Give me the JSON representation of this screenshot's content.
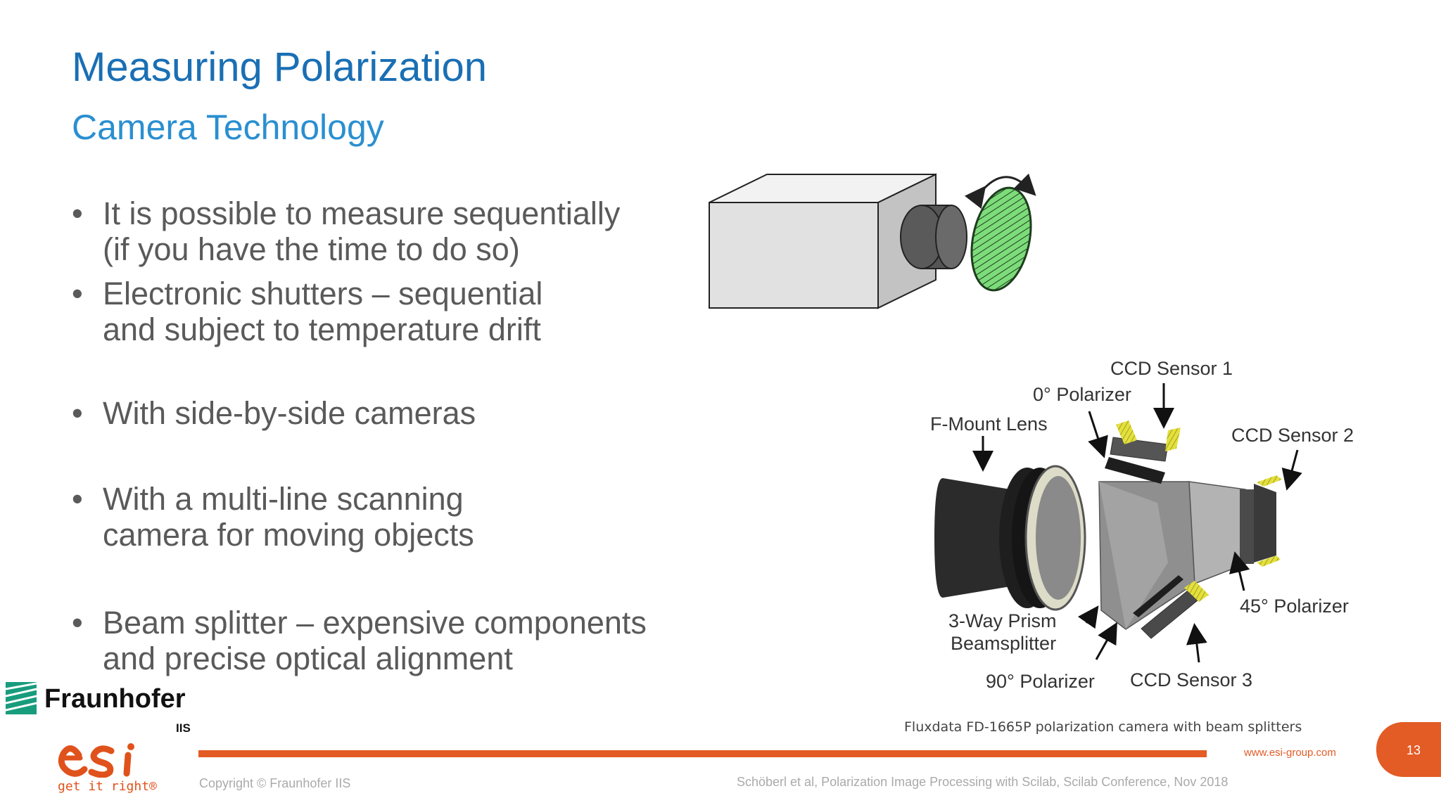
{
  "slide": {
    "title": "Measuring Polarization",
    "subtitle": "Camera Technology"
  },
  "bullets": [
    {
      "marker": "•",
      "lines": [
        "It is possible to measure sequentially",
        "(if you have the time to do so)"
      ]
    },
    {
      "marker": "•",
      "lines": [
        "Electronic shutters – sequential",
        "and subject to temperature drift"
      ]
    },
    {
      "marker": "•",
      "lines": [
        "With side-by-side cameras"
      ]
    },
    {
      "marker": "•",
      "lines": [
        "With a multi-line scanning",
        "camera for moving objects"
      ]
    },
    {
      "marker": "•",
      "lines": [
        "Beam splitter – expensive components",
        "and precise optical alignment"
      ]
    }
  ],
  "figure": {
    "callouts": {
      "ccd1": "CCD Sensor 1",
      "pol0": "0° Polarizer",
      "fmount": "F-Mount Lens",
      "ccd2": "CCD Sensor 2",
      "pol45": "45° Polarizer",
      "prism_line1": "3-Way Prism",
      "prism_line2": "Beamsplitter",
      "pol90": "90° Polarizer",
      "ccd3": "CCD Sensor 3"
    },
    "caption": "Fluxdata FD-1665P polarization camera with beam splitters"
  },
  "logos": {
    "fraunhofer_name": "Fraunhofer",
    "fraunhofer_sub": "IIS",
    "esi_tagline": "get it right®"
  },
  "footer": {
    "copyright": "Copyright © Fraunhofer IIS",
    "reference": "Schöberl et al, Polarization Image Processing with Scilab, Scilab Conference, Nov 2018",
    "website": "www.esi-group.com",
    "page_number": "13"
  },
  "colors": {
    "title": "#1a6fb4",
    "subtitle": "#2a8fd0",
    "body_text": "#5a5a5a",
    "accent": "#e35b25",
    "polarizer_filter": "#7ddc7a",
    "fraunhofer_green": "#179c7d"
  },
  "icons": [
    "camera-box-illustration",
    "rotating-polarizer-filter-icon",
    "beamsplitter-camera-diagram",
    "fraunhofer-logo-mark",
    "esi-logo-mark"
  ]
}
